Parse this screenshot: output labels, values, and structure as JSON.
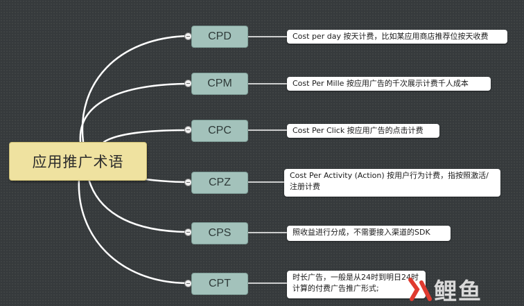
{
  "root": {
    "label": "应用推广术语"
  },
  "nodes": [
    {
      "label": "CPD",
      "note": "Cost per day 按天计费，比如某应用商店推荐位按天收费"
    },
    {
      "label": "CPM",
      "note": "Cost Per Mille 按应用广告的千次展示计费千人成本"
    },
    {
      "label": "CPC",
      "note": "Cost Per Click 按应用广告的点击计费"
    },
    {
      "label": "CPZ",
      "note": "Cost Per Activity (Action) 按用户行为计费，指按照激活/注册计费"
    },
    {
      "label": "CPS",
      "note": "照收益进行分成，不需要接入渠道的SDK"
    },
    {
      "label": "CPT",
      "note": "时长广告，一般是从24时到明日24时计算的付费广告推广形式;"
    }
  ],
  "watermark": {
    "text": "鲤鱼"
  },
  "colors": {
    "background": "#363a3c",
    "root": "#efe2a0",
    "node": "#a3c2bb",
    "note": "#ffffff",
    "line": "#ffffff",
    "watermark_accent": "#e03a2f"
  }
}
